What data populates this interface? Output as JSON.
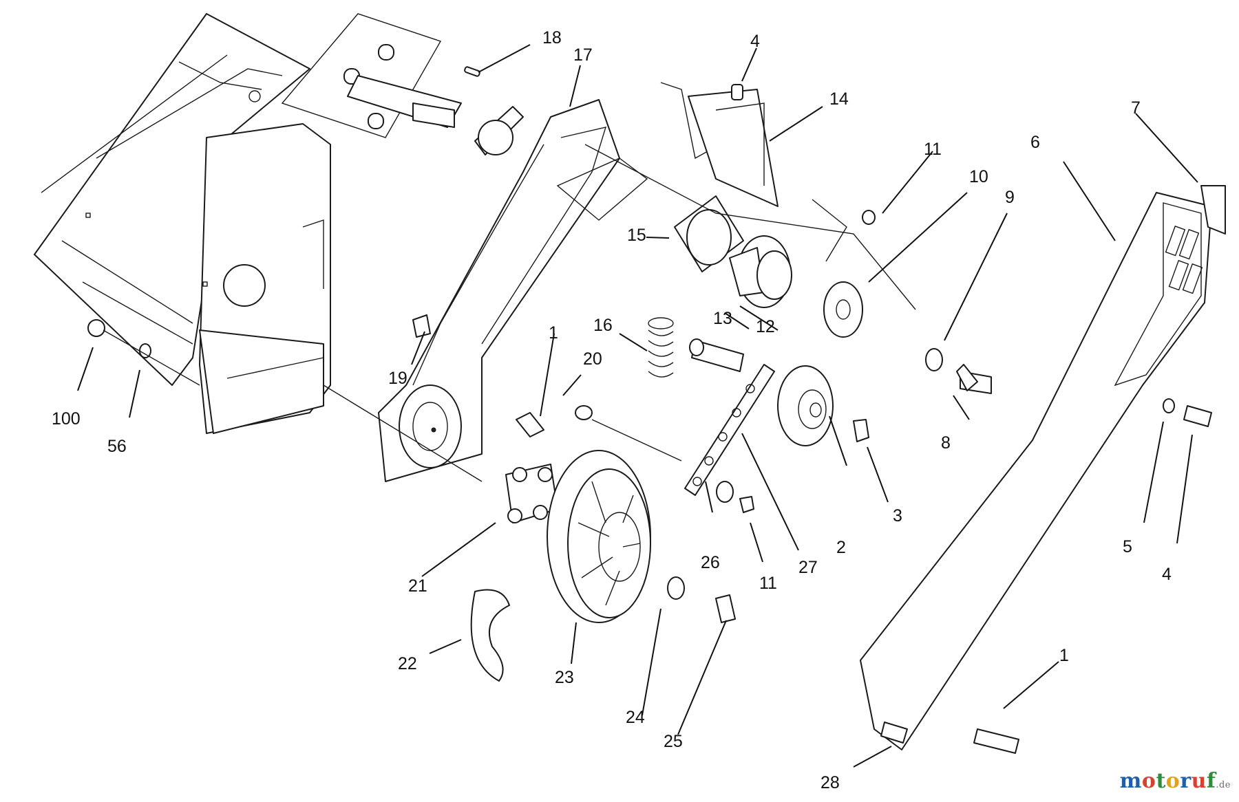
{
  "diagram": {
    "callouts": {
      "c1a": "1",
      "c1b": "1",
      "c2": "2",
      "c3": "3",
      "c4a": "4",
      "c4b": "4",
      "c5": "5",
      "c6": "6",
      "c7": "7",
      "c8": "8",
      "c9": "9",
      "c10": "10",
      "c11a": "11",
      "c11b": "11",
      "c12": "12",
      "c13": "13",
      "c14": "14",
      "c15": "15",
      "c16": "16",
      "c17": "17",
      "c18": "18",
      "c19": "19",
      "c20": "20",
      "c21": "21",
      "c22": "22",
      "c23": "23",
      "c24": "24",
      "c25": "25",
      "c26": "26",
      "c27": "27",
      "c28": "28",
      "c56": "56",
      "c100": "100"
    }
  },
  "watermark": {
    "main": "motoruf",
    "tld": ".de",
    "letter_colors": [
      "#1f5fa8",
      "#d8412f",
      "#2e8b3a",
      "#e0a21b",
      "#1f5fa8",
      "#d8412f",
      "#2e8b3a"
    ]
  }
}
